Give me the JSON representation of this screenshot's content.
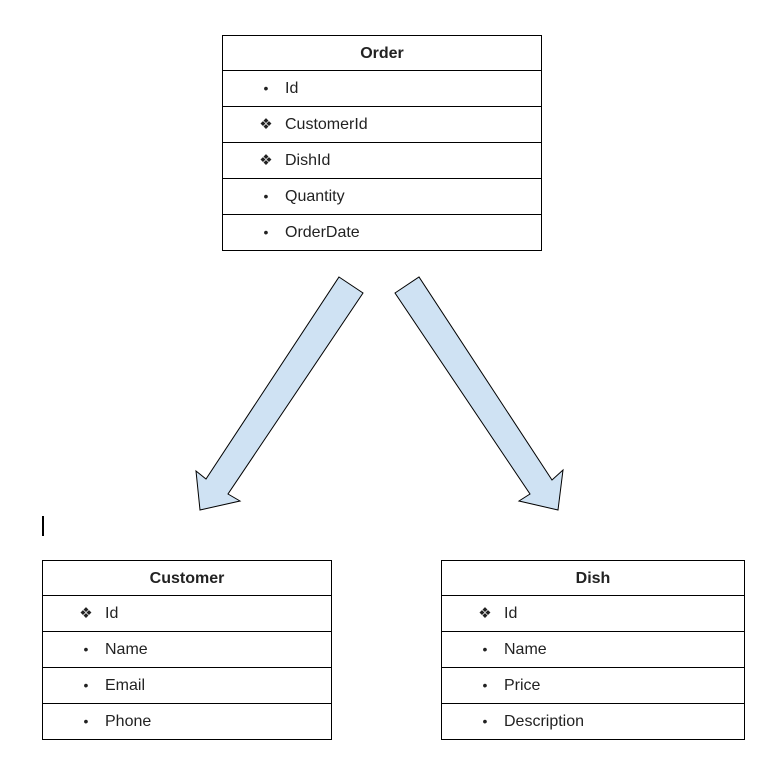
{
  "entities": {
    "order": {
      "title": "Order",
      "fields": [
        {
          "name": "Id",
          "marker": "•",
          "kind": "bullet"
        },
        {
          "name": "CustomerId",
          "marker": "❖",
          "kind": "foreign-key"
        },
        {
          "name": "DishId",
          "marker": "❖",
          "kind": "foreign-key"
        },
        {
          "name": "Quantity",
          "marker": "•",
          "kind": "bullet"
        },
        {
          "name": "OrderDate",
          "marker": "•",
          "kind": "bullet"
        }
      ]
    },
    "customer": {
      "title": "Customer",
      "fields": [
        {
          "name": "Id",
          "marker": "❖",
          "kind": "key"
        },
        {
          "name": "Name",
          "marker": "•",
          "kind": "bullet"
        },
        {
          "name": "Email",
          "marker": "•",
          "kind": "bullet"
        },
        {
          "name": "Phone",
          "marker": "•",
          "kind": "bullet"
        }
      ]
    },
    "dish": {
      "title": "Dish",
      "fields": [
        {
          "name": "Id",
          "marker": "❖",
          "kind": "key"
        },
        {
          "name": "Name",
          "marker": "•",
          "kind": "bullet"
        },
        {
          "name": "Price",
          "marker": "•",
          "kind": "bullet"
        },
        {
          "name": "Description",
          "marker": "•",
          "kind": "bullet"
        }
      ]
    }
  },
  "colors": {
    "arrow_fill": "#cfe2f3",
    "arrow_stroke": "#000000"
  }
}
